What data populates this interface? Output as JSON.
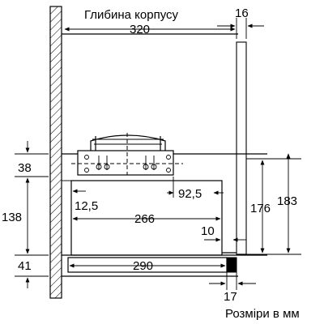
{
  "labels": {
    "body_depth_caption": "Глибина корпусу",
    "body_depth": "320",
    "top_clearance": "16",
    "hood_offset": "38",
    "front_height": "138",
    "bottom_height": "41",
    "left_gap": "12,5",
    "inner_width": "266",
    "right_gap": "92,5",
    "height_176": "176",
    "height_183": "183",
    "rail_gap": "10",
    "bottom_width": "290",
    "front_depth": "17",
    "units_note": "Розміри в мм"
  }
}
